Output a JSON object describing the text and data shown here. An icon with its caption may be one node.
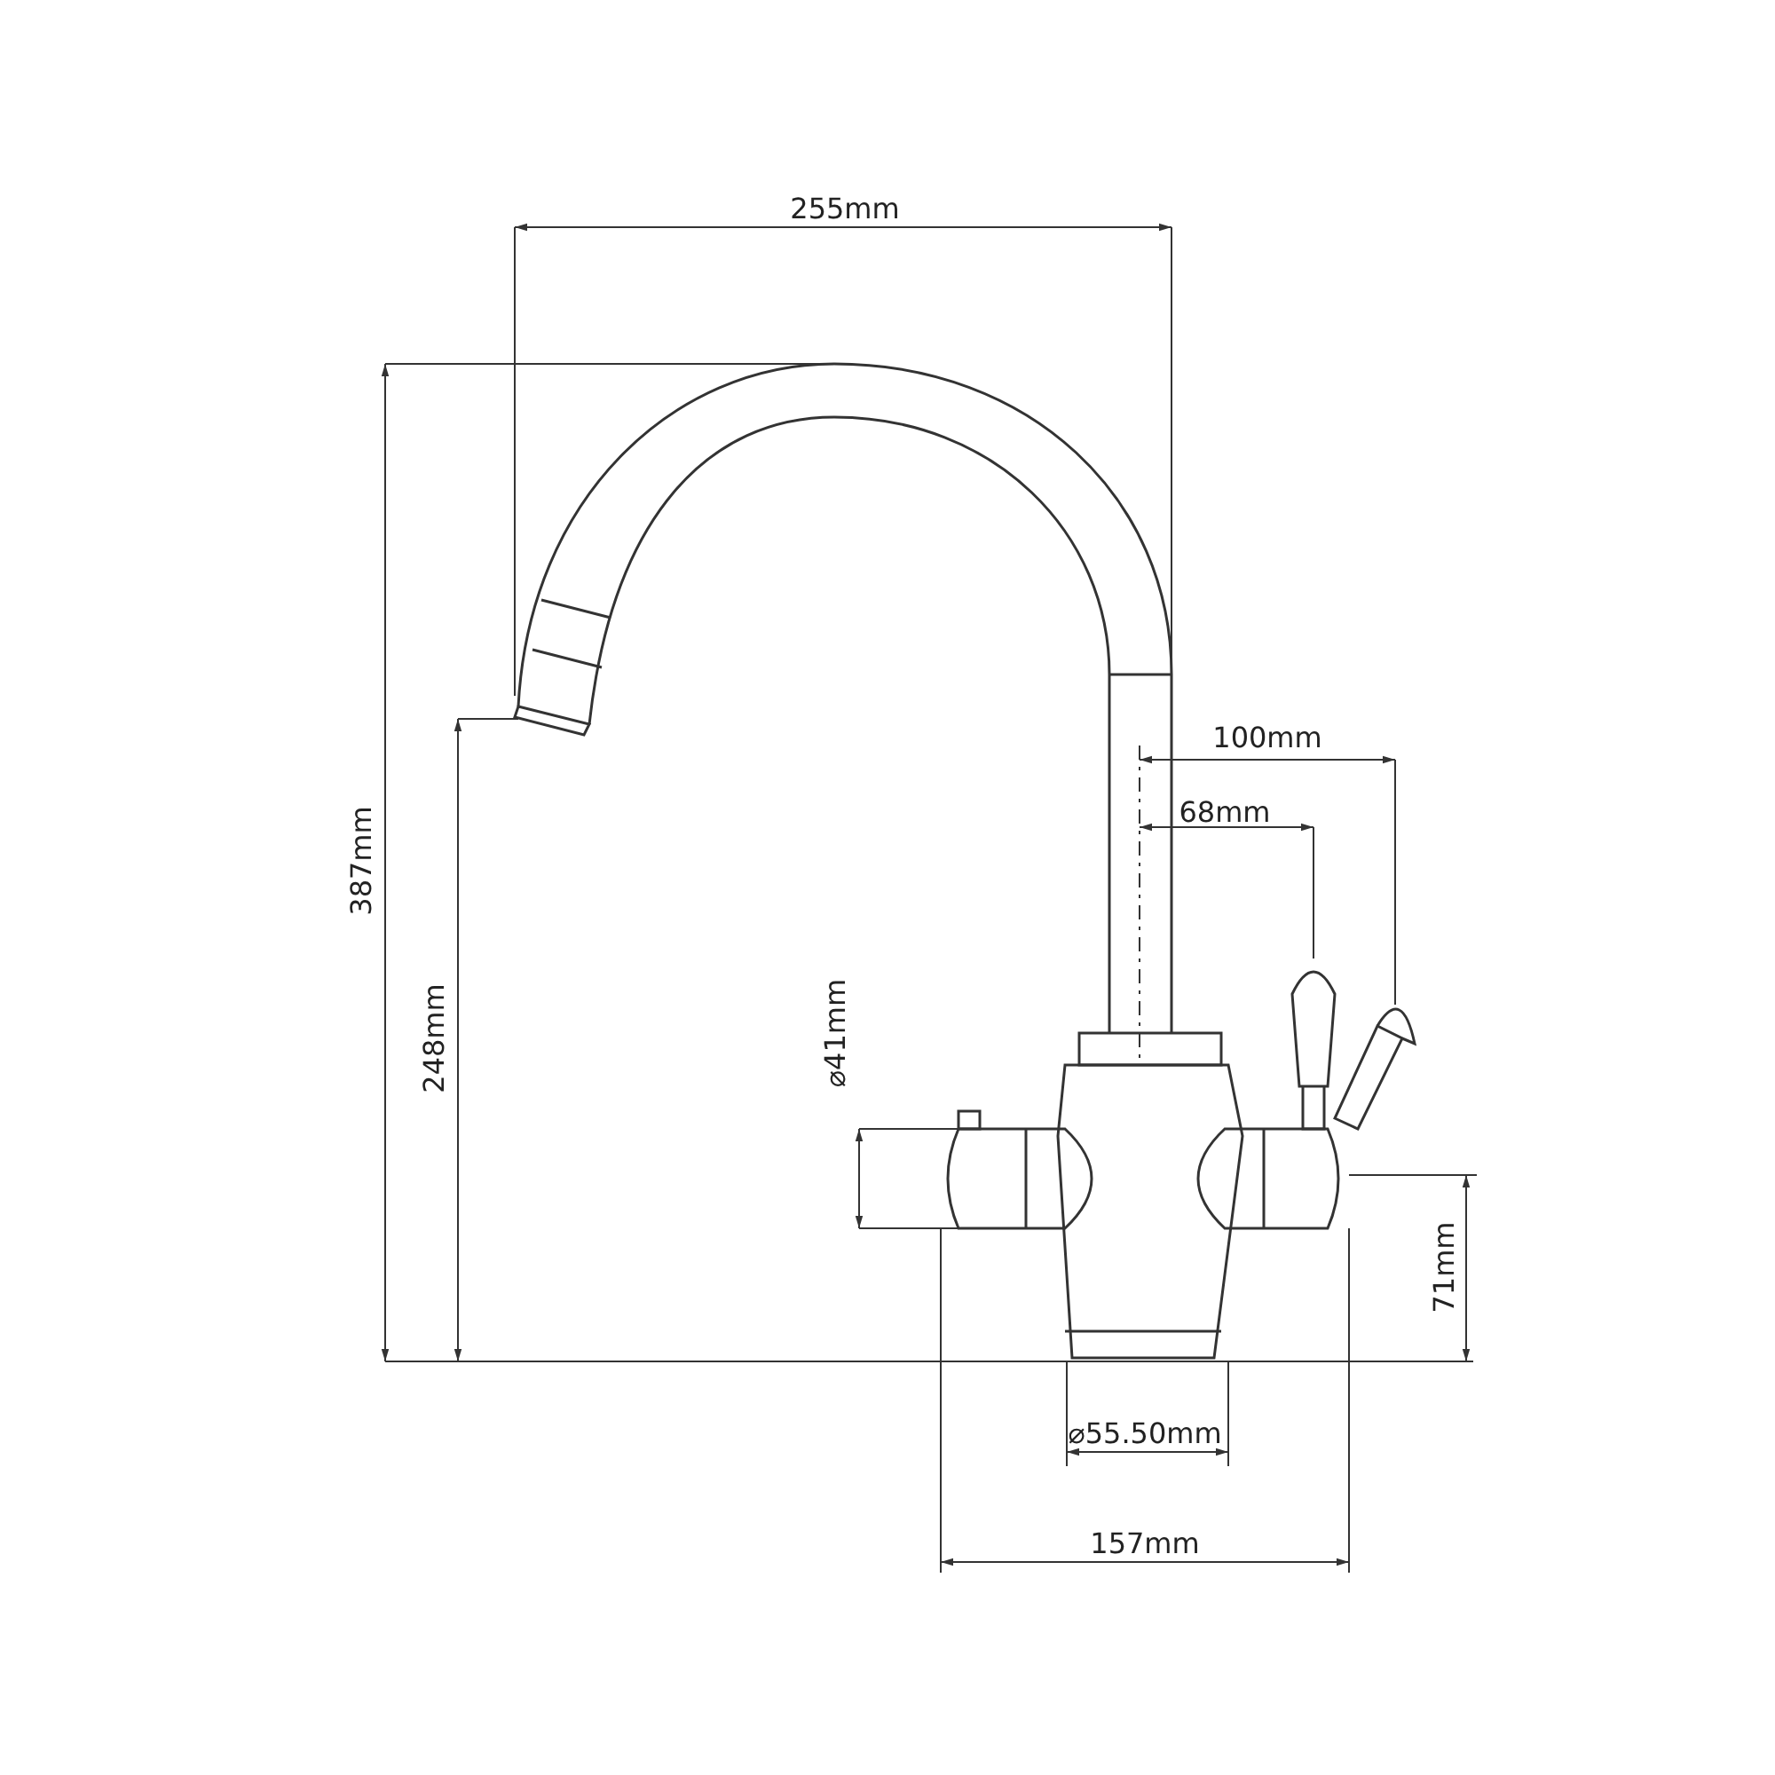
{
  "diagram": {
    "labels": [
      "255mm",
      "100mm",
      "68mm",
      "387mm",
      "248mm",
      "⌀41mm",
      "71mm",
      "⌀55.50mm",
      "157mm"
    ]
  }
}
